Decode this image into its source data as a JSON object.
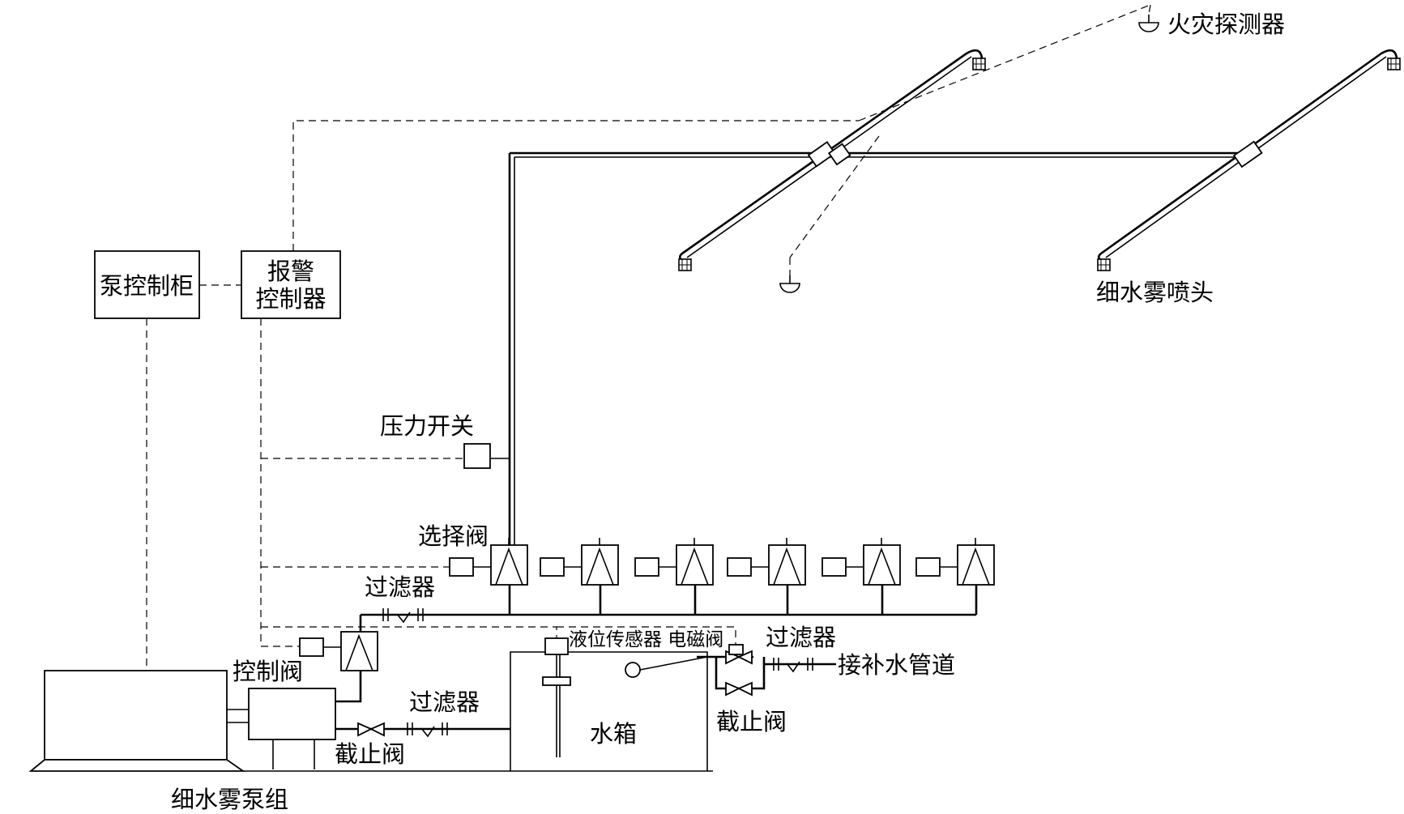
{
  "labels": {
    "pump_control_cabinet": "泵控制柜",
    "alarm_controller_line1": "报警",
    "alarm_controller_line2": "控制器",
    "fire_detector": "火灾探测器",
    "mist_nozzle": "细水雾喷头",
    "pressure_switch": "压力开关",
    "selector_valve": "选择阀",
    "filter_main": "过滤器",
    "filter_tank_inlet": "过滤器",
    "filter_makeup": "过滤器",
    "control_valve": "控制阀",
    "stop_valve_pump": "截止阀",
    "stop_valve_makeup": "截止阀",
    "level_sensor_solenoid": "液位传感器 电磁阀",
    "makeup_pipe": "接补水管道",
    "water_tank": "水箱",
    "pump_unit": "细水雾泵组"
  },
  "selector_valve_count": 6
}
